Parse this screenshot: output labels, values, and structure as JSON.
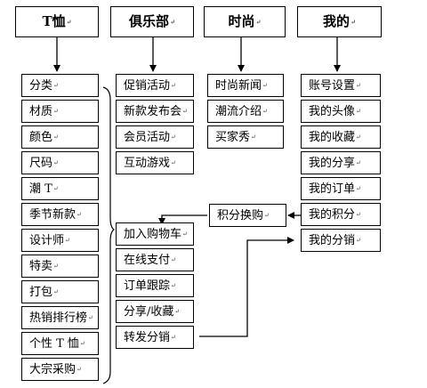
{
  "mark": "↵",
  "columns": [
    {
      "title": "T恤",
      "items": [
        "分类",
        "材质",
        "颜色",
        "尺码",
        "潮 T",
        "季节新款",
        "设计师",
        "特卖",
        "打包",
        "热销排行榜",
        "个性 T 恤",
        "大宗采购"
      ]
    },
    {
      "title": "俱乐部",
      "items": [
        "促销活动",
        "新款发布会",
        "会员活动",
        "互动游戏"
      ]
    },
    {
      "title": "时尚",
      "items": [
        "时尚新闻",
        "潮流介绍",
        "买家秀"
      ]
    },
    {
      "title": "我的",
      "items": [
        "账号设置",
        "我的头像",
        "我的收藏",
        "我的分享",
        "我的订单",
        "我的积分",
        "我的分销"
      ]
    }
  ],
  "points_exchange": "积分换购",
  "shopping_flow": [
    "加入购物车",
    "在线支付",
    "订单跟踪",
    "分享/收藏",
    "转发分销"
  ]
}
